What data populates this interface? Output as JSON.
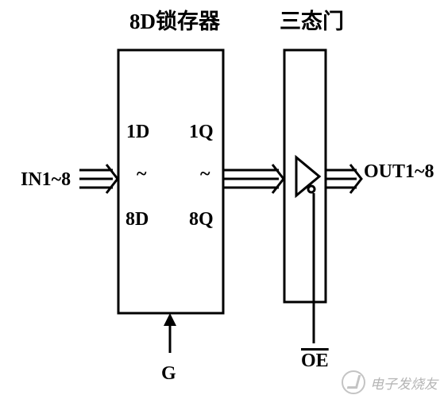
{
  "diagram": {
    "latch": {
      "title": "8D锁存器",
      "input_top": "1D",
      "input_tilde": "~",
      "input_bottom": "8D",
      "output_top": "1Q",
      "output_tilde": "~",
      "output_bottom": "8Q"
    },
    "tristate": {
      "title": "三态门"
    },
    "signals": {
      "input": "IN1~8",
      "output": "OUT1~8",
      "gate": "G",
      "output_enable": "OE"
    }
  },
  "watermark": {
    "text": "电子发烧友"
  },
  "colors": {
    "line": "#000000",
    "background": "#ffffff",
    "watermark": "#b5b5b5"
  }
}
